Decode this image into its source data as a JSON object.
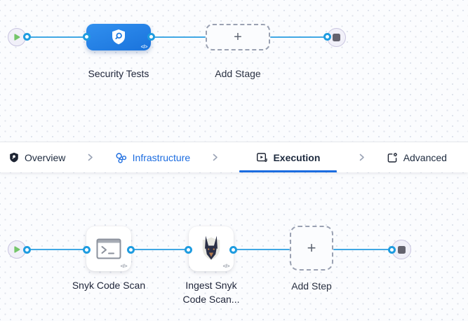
{
  "stage_pipeline": {
    "stage": {
      "label": "Security Tests"
    },
    "add_stage_label": "Add Stage",
    "plus": "+"
  },
  "tabs": {
    "overview": {
      "label": "Overview"
    },
    "infrastructure": {
      "label": "Infrastructure"
    },
    "execution": {
      "label": "Execution",
      "active": true
    },
    "advanced": {
      "label": "Advanced"
    }
  },
  "step_pipeline": {
    "step1": {
      "label": "Snyk Code Scan"
    },
    "step2": {
      "label_line1": "Ingest Snyk",
      "label_line2": "Code Scan..."
    },
    "add_step_label": "Add Step",
    "plus": "+"
  },
  "icons": {
    "code": "</>"
  },
  "colors": {
    "accent_blue": "#1b6ce0",
    "wire_blue": "#41a8e4",
    "node_blue": "#2080e6",
    "play_green": "#74c56a",
    "endcap_bg": "#f1f0f9"
  }
}
